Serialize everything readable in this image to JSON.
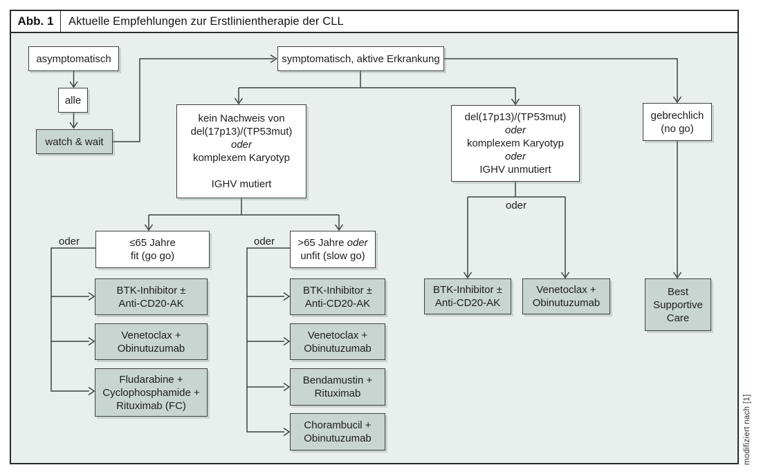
{
  "figure": {
    "label": "Abb. 1",
    "title": "Aktuelle Empfehlungen zur Erstlinientherapie der CLL",
    "credit": "modifiziert nach [1]"
  },
  "colors": {
    "canvas_background": "#e9efed",
    "shaded_box_fill": "#c8d5d0",
    "white_box_fill": "#ffffff",
    "line_and_border": "#3b403e",
    "frame_border": "#272b2a"
  },
  "connector_labels": {
    "oder_left": "oder",
    "oder_middle": "oder",
    "oder_right": "oder"
  },
  "nodes": {
    "asymptomatisch": {
      "label": "asymptomatisch"
    },
    "alle": {
      "label": "alle"
    },
    "watch_wait": {
      "label": "watch & wait"
    },
    "symptomatisch": {
      "label": "symptomatisch, aktive Erkrankung"
    },
    "kein_nachweis": {
      "lines": [
        "kein Nachweis von",
        "del(17p13)/(TP53mut)",
        "oder",
        "komplexem Karyotyp",
        "",
        "IGHV mutiert"
      ]
    },
    "del_tp53": {
      "lines": [
        "del(17p13)/(TP53mut)",
        "oder",
        "komplexem Karyotyp",
        "oder",
        "IGHV unmutiert"
      ]
    },
    "gebrechlich": {
      "lines": [
        "gebrechlich",
        "(no go)"
      ]
    },
    "fit_go_go": {
      "lines": [
        "≤65 Jahre",
        "fit (go go)"
      ]
    },
    "unfit_slow_go": {
      "line1_text": ">65 Jahre ",
      "line1_italic": "oder",
      "line2": "unfit (slow go)"
    },
    "left_btk": {
      "lines": [
        "BTK-Inhibitor ±",
        "Anti-CD20-AK"
      ]
    },
    "left_venetoclax": {
      "lines": [
        "Venetoclax +",
        "Obinutuzumab"
      ]
    },
    "left_fcr": {
      "lines": [
        "Fludarabine +",
        "Cyclophosphamide +",
        "Rituximab (FC)"
      ]
    },
    "mid_btk": {
      "lines": [
        "BTK-Inhibitor ±",
        "Anti-CD20-AK"
      ]
    },
    "mid_venetoclax": {
      "lines": [
        "Venetoclax +",
        "Obinutuzumab"
      ]
    },
    "mid_bendamustin": {
      "lines": [
        "Bendamustin +",
        "Rituximab"
      ]
    },
    "mid_chlorambucil": {
      "lines": [
        "Chorambucil +",
        "Obinutuzumab"
      ]
    },
    "right_btk": {
      "lines": [
        "BTK-Inhibitor ±",
        "Anti-CD20-AK"
      ]
    },
    "right_venetoclax": {
      "lines": [
        "Venetoclax +",
        "Obinutuzumab"
      ]
    },
    "best_supportive_care": {
      "lines": [
        "Best",
        "Supportive",
        "Care"
      ]
    }
  }
}
